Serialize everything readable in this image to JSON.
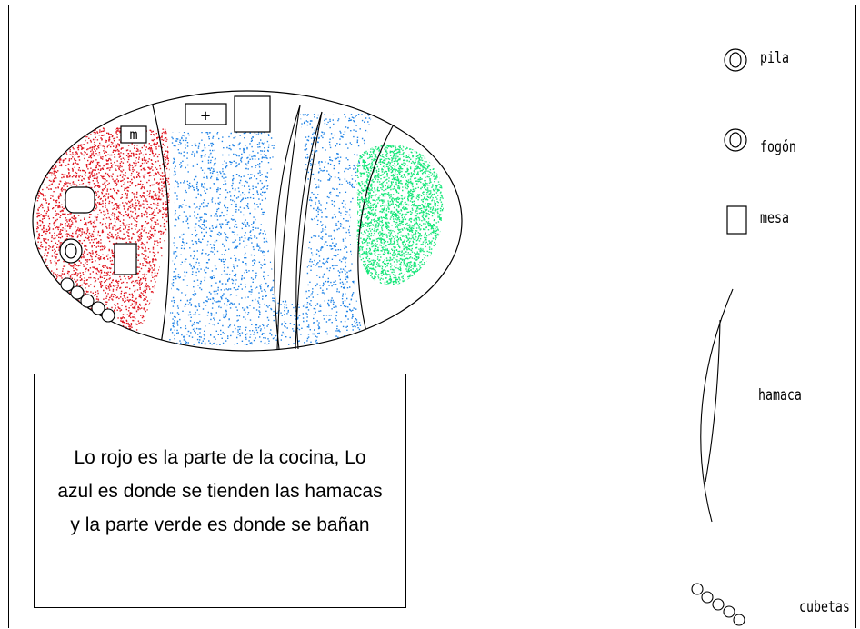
{
  "legend": {
    "pila": "pila",
    "fogon": "fogón",
    "mesa": "mesa",
    "hamaca": "hamaca",
    "cubetas": "cubetas"
  },
  "caption": "Lo rojo es la parte de la cocina, Lo azul es donde se tienden las hamacas y la parte verde es donde se bañan",
  "zones": {
    "kitchen_color": "#e0141e",
    "hammock_color": "#1e82e6",
    "bath_color": "#14e678"
  },
  "icons": {
    "table_small_glyph": "m",
    "table_cross_glyph": "+"
  }
}
